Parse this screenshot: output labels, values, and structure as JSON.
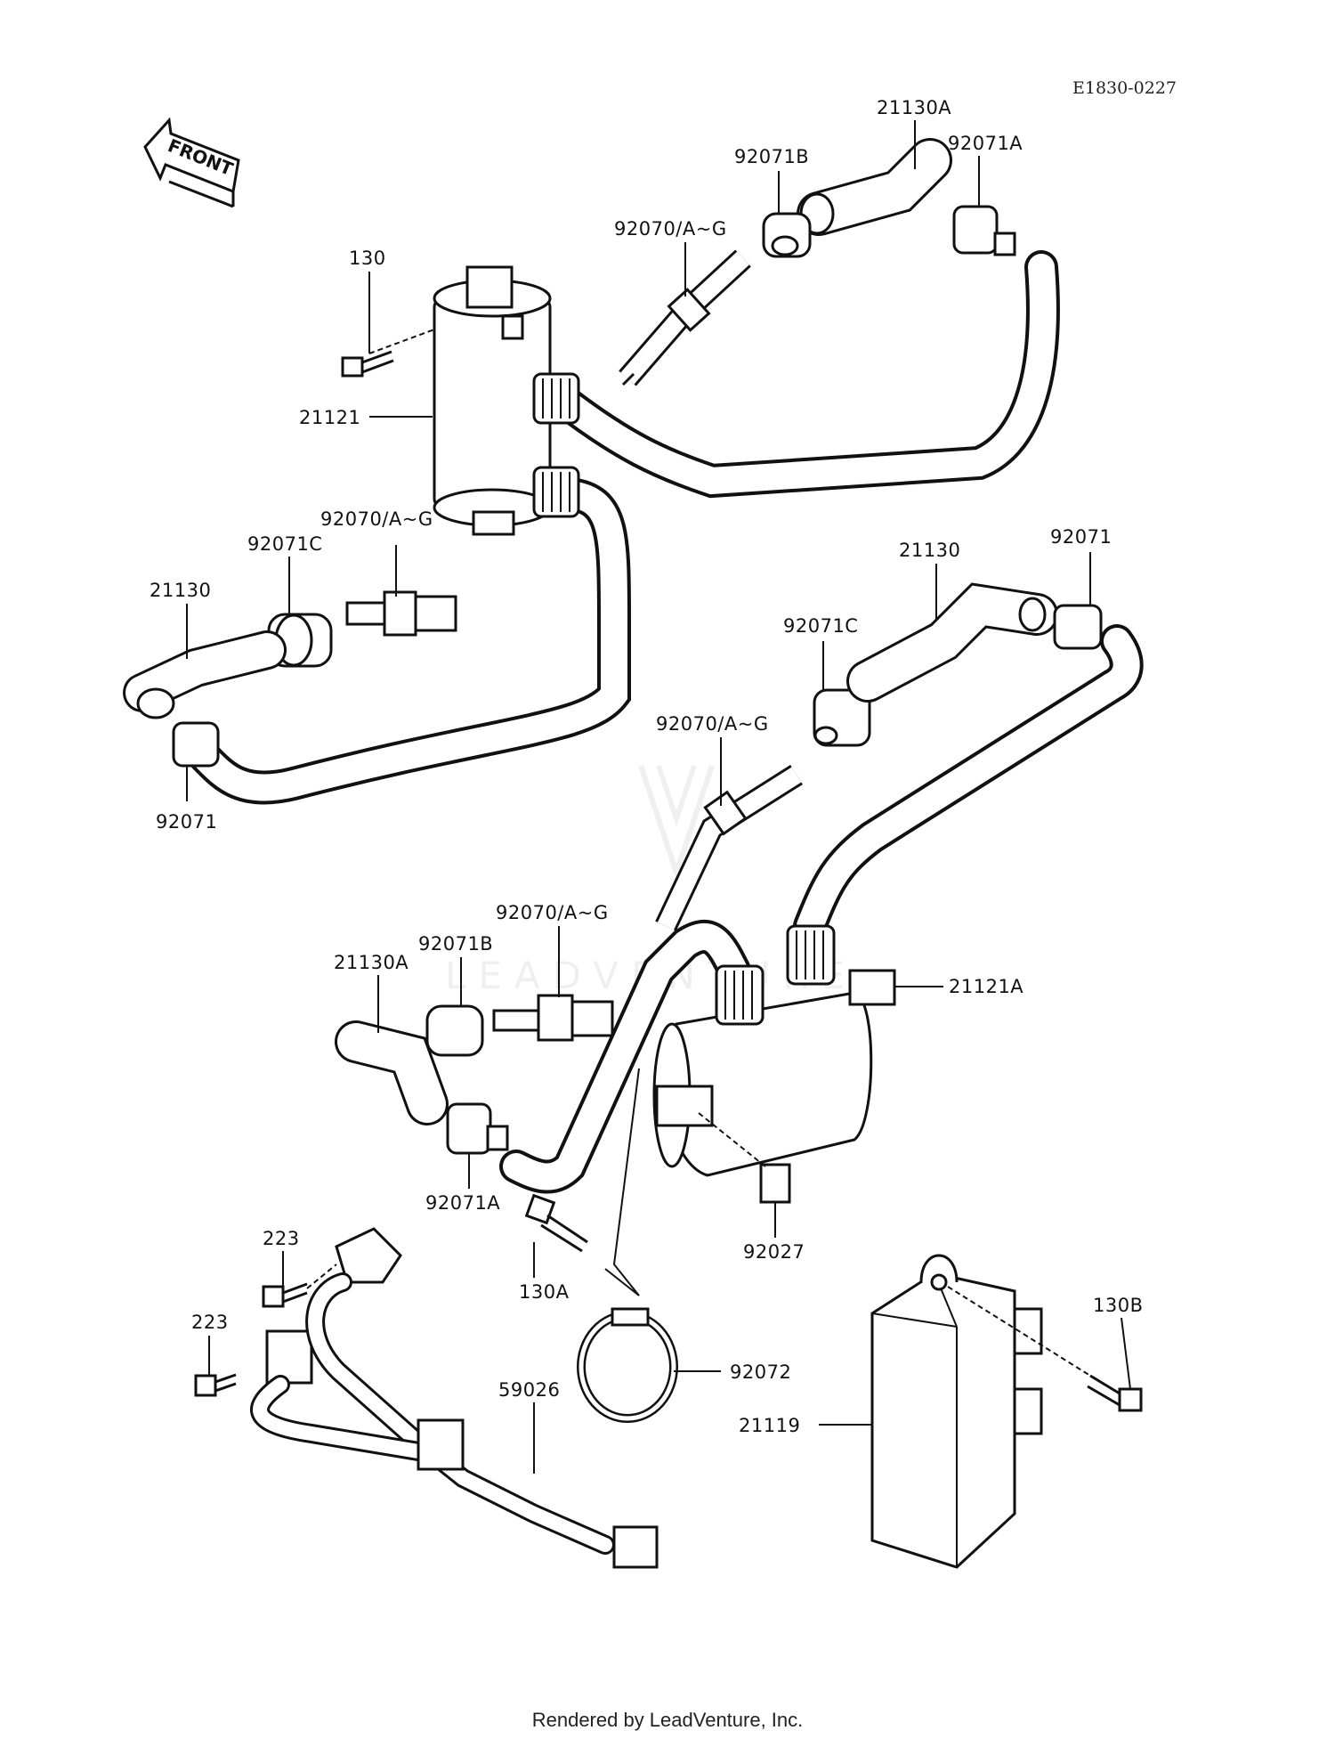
{
  "diagram_code": "E1830-0227",
  "front_marker": "FRONT",
  "watermark": "LEADVENTURE",
  "footer": "Rendered by LeadVenture, Inc.",
  "labels": {
    "coil_a_part": "21121",
    "coil_b_part": "21121A",
    "bolt_130": "130",
    "bolt_130a": "130A",
    "bolt_130b": "130B",
    "plug_cap_top": "21130A",
    "plug_cap_left": "21130",
    "plug_cap_mid": "21130",
    "plug_cap_low": "21130A",
    "spark_plug_top": "92070/A~G",
    "spark_plug_left": "92070/A~G",
    "spark_plug_mid": "92070/A~G",
    "spark_plug_low": "92070/A~G",
    "seal_top_b": "92071B",
    "seal_top_a": "92071A",
    "seal_left_c": "92071C",
    "seal_left": "92071",
    "seal_mid_c": "92071C",
    "seal_mid": "92071",
    "seal_low_b": "92071B",
    "seal_low_a": "92071A",
    "collar": "92027",
    "clamp": "92072",
    "screw_223_a": "223",
    "screw_223_b": "223",
    "pickup_coil": "59026",
    "igniter": "21119"
  }
}
